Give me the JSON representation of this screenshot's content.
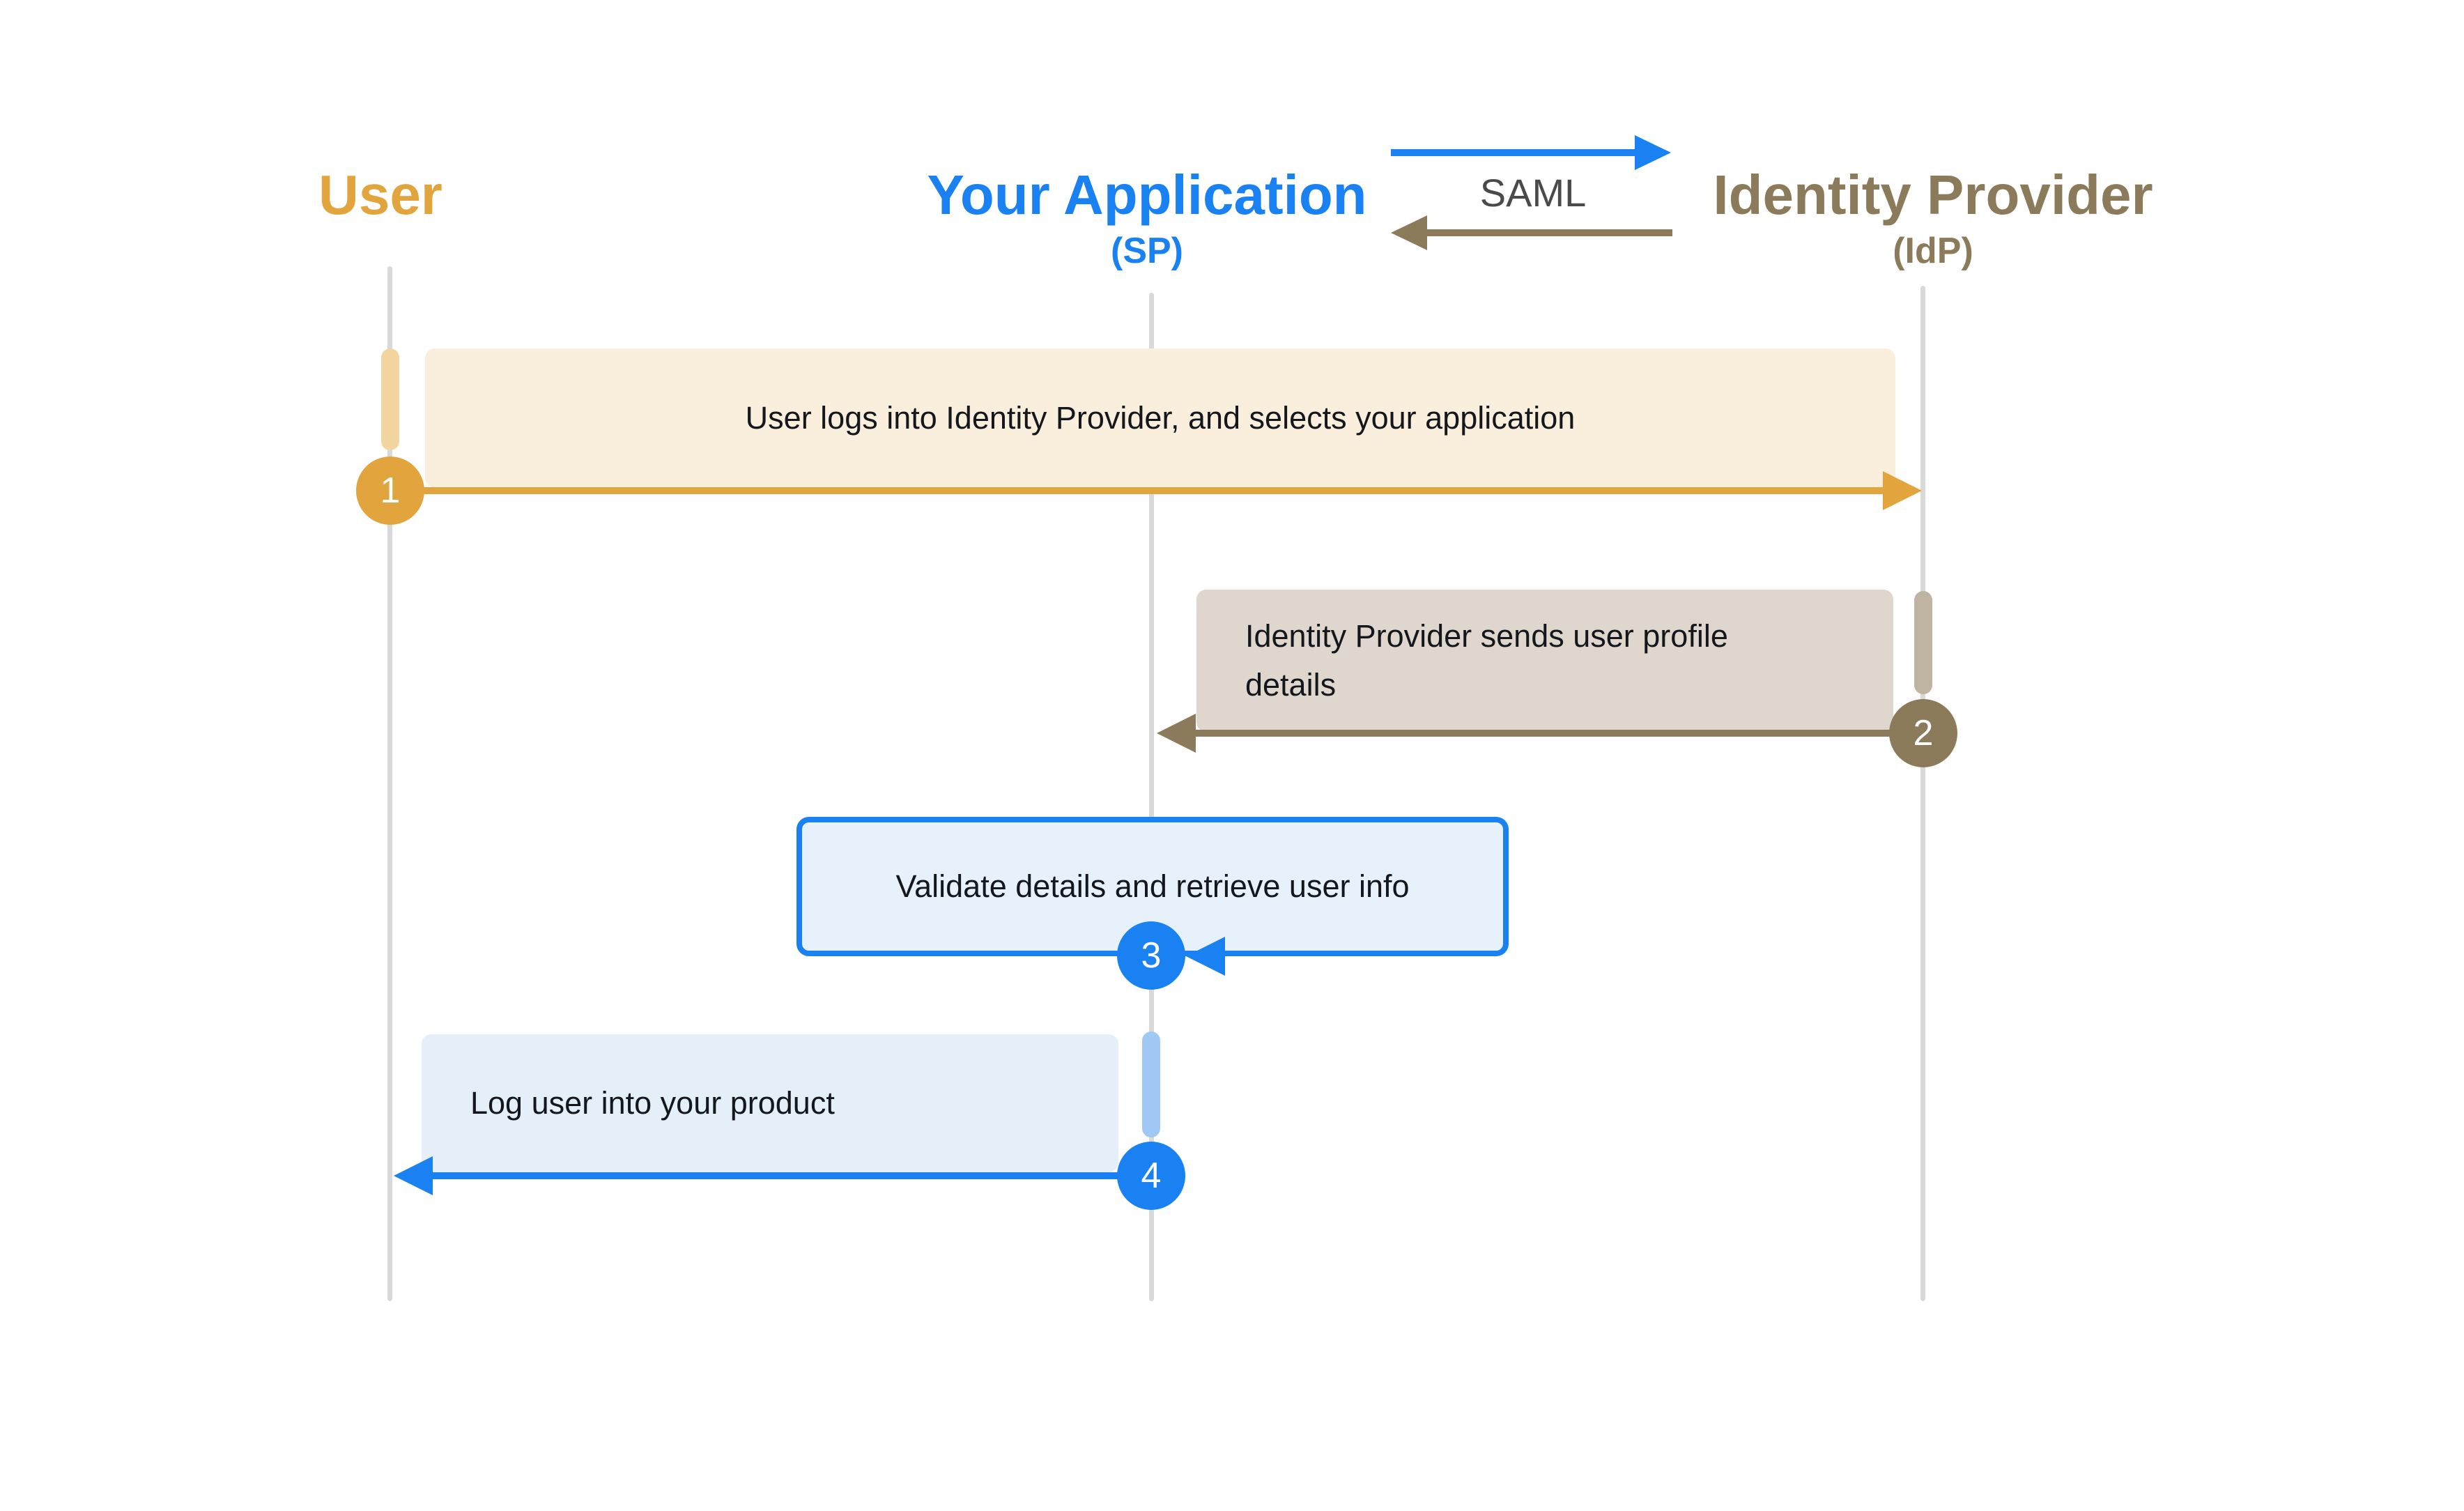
{
  "diagram": {
    "title_semantic": "SAML login sequence diagram",
    "actors": [
      {
        "name": "User",
        "sub": ""
      },
      {
        "name": "Your Application",
        "sub": "(SP)"
      },
      {
        "name": "Identity Provider",
        "sub": "(IdP)"
      }
    ],
    "protocol": {
      "label": "SAML"
    },
    "steps": [
      {
        "num": "1",
        "text": "User logs into Identity Provider, and selects your application",
        "from": "User",
        "to": "Identity Provider"
      },
      {
        "num": "2",
        "text": "Identity Provider sends user profile details",
        "from": "Identity Provider",
        "to": "Your Application"
      },
      {
        "num": "3",
        "text": "Validate details and retrieve user info",
        "from": "Your Application",
        "to": "Your Application"
      },
      {
        "num": "4",
        "text": "Log user into your product",
        "from": "Your Application",
        "to": "User"
      }
    ],
    "colors": {
      "gold": "#E2A43C",
      "gold_light": "#F2D59E",
      "cream": "#FAEEDC",
      "brown": "#8B7B5B",
      "brown_light": "#BFB3A2",
      "taupe": "#DFD6CE",
      "blue": "#1981F2",
      "blue_light": "#9FC9F4",
      "blue_box": "#E7F1FB",
      "blue_box_soft": "#E4EFFA",
      "lifeline": "#D9D9D9",
      "text": "#14181D",
      "saml_text": "#4A4A4A",
      "background": "#FFFFFF"
    }
  }
}
